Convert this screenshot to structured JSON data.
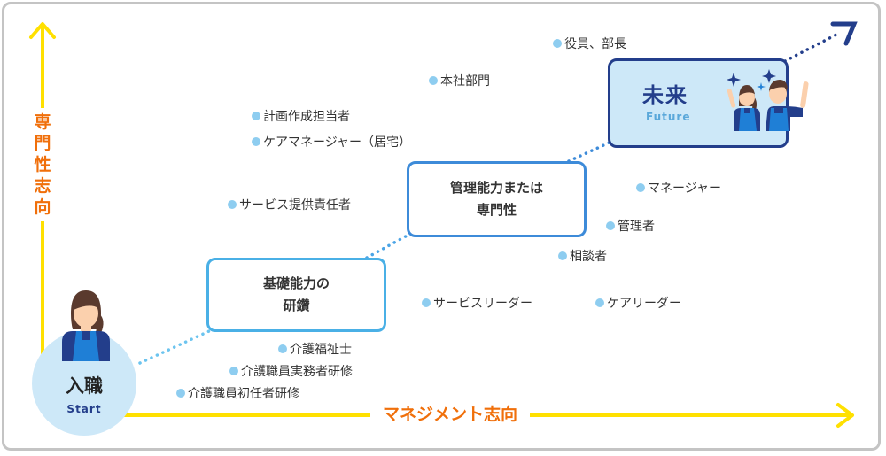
{
  "axes": {
    "vertical_label": [
      "専",
      "門",
      "性",
      "志",
      "向"
    ],
    "horizontal_label": "マネジメント志向",
    "axis_color": "#ffe000",
    "label_color": "#f06f0a"
  },
  "start": {
    "title": "入職",
    "subtitle": "Start"
  },
  "stages": [
    {
      "line1": "基礎能力の",
      "line2": "研鑽"
    },
    {
      "line1": "管理能力または",
      "line2": "専門性"
    }
  ],
  "future": {
    "title": "未来",
    "subtitle": "Future"
  },
  "items": [
    "役員、部長",
    "本社部門",
    "計画作成担当者",
    "ケアマネージャー（居宅）",
    "サービス提供責任者",
    "マネージャー",
    "管理者",
    "相談者",
    "サービスリーダー",
    "ケアリーダー",
    "介護福祉士",
    "介護職員実務者研修",
    "介護職員初任者研修"
  ],
  "colors": {
    "bullet": "#8ecdf0",
    "navy": "#233e8b",
    "light_blue_fill": "#cde8f8",
    "apron": "#1f7fd6"
  }
}
